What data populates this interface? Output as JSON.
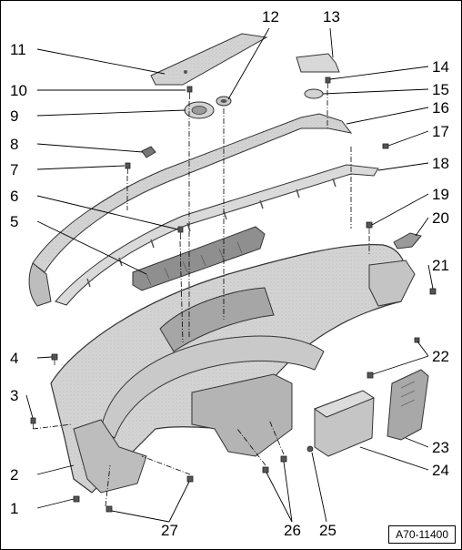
{
  "figure_id": "A70-11400",
  "callouts": [
    "1",
    "2",
    "3",
    "4",
    "5",
    "6",
    "7",
    "8",
    "9",
    "10",
    "11",
    "12",
    "13",
    "14",
    "15",
    "16",
    "17",
    "18",
    "19",
    "20",
    "21",
    "22",
    "23",
    "24",
    "25",
    "26",
    "27"
  ],
  "colors": {
    "part_fill": "#cfcfcf",
    "part_fill_light": "#e2e2e2",
    "part_fill_dark": "#9a9a9a",
    "outline": "#333333",
    "leader": "#000000"
  }
}
